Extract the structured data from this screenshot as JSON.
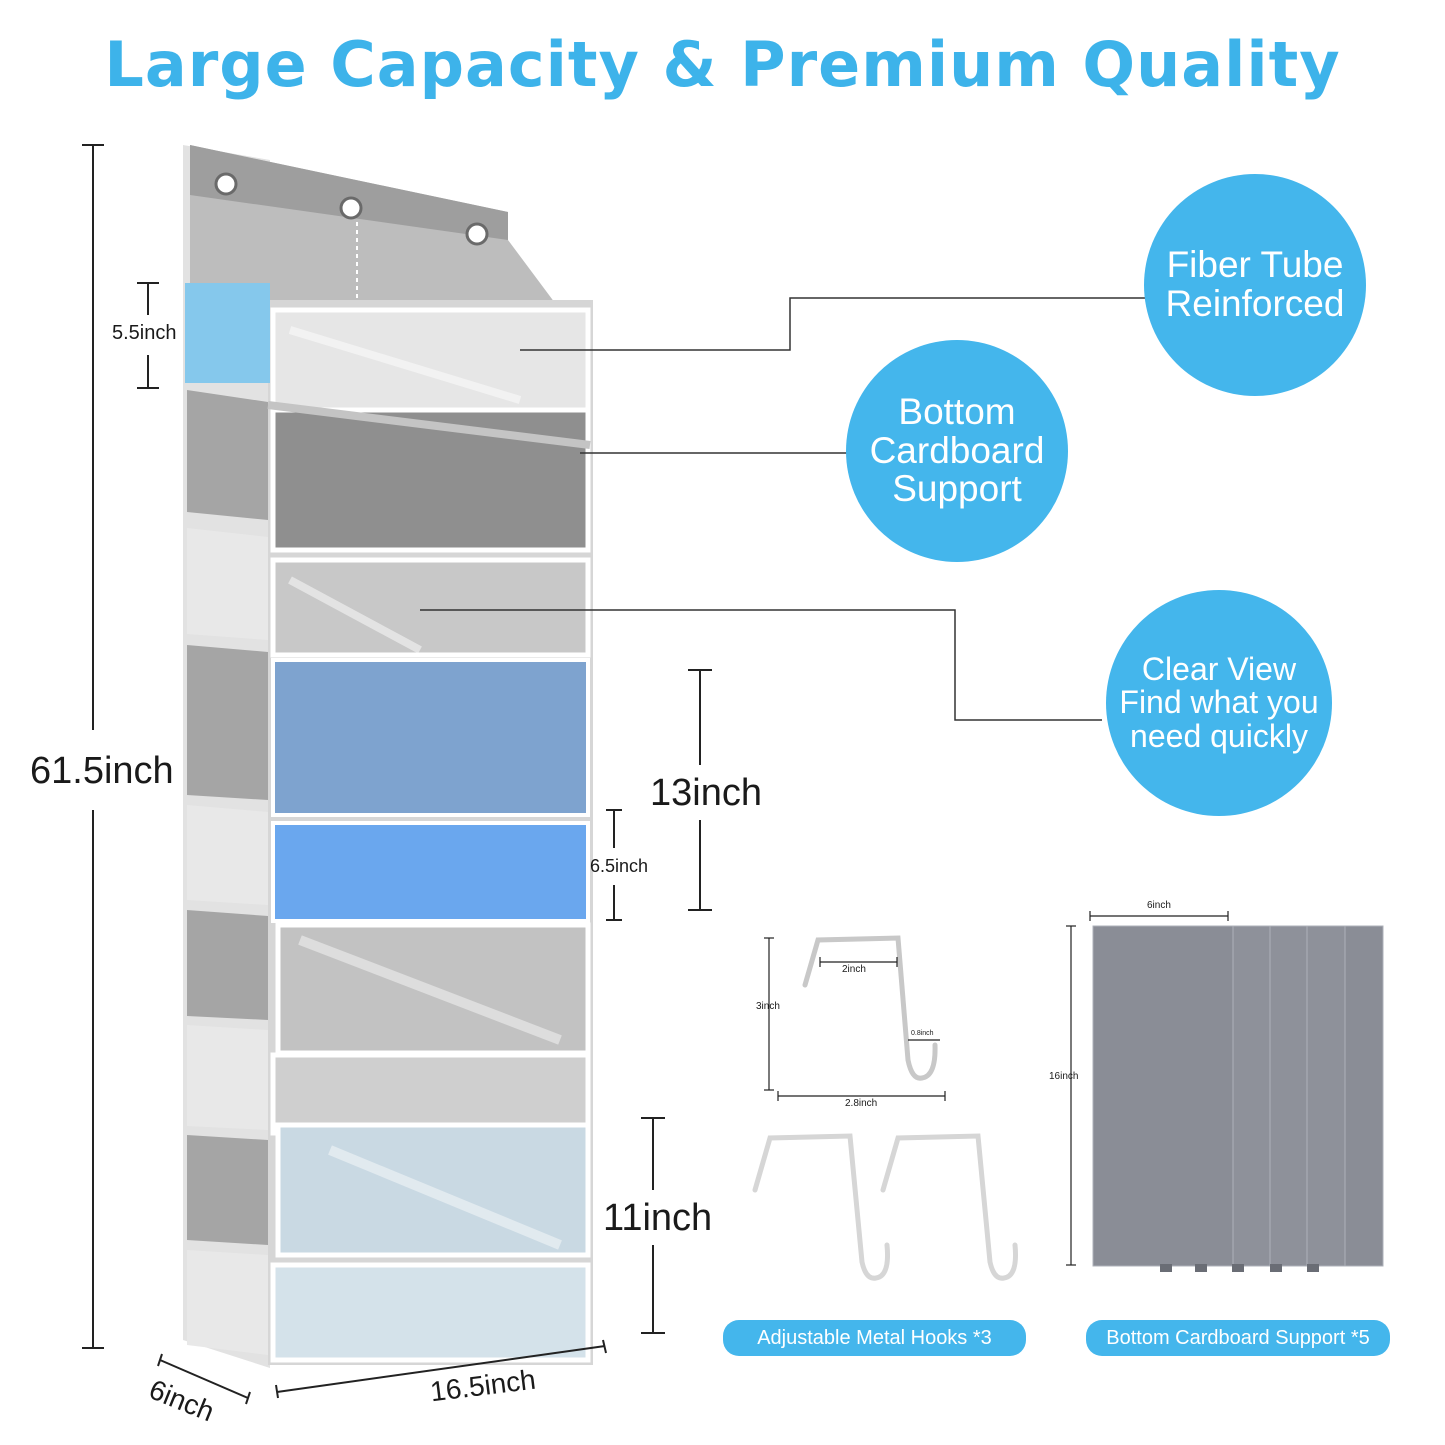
{
  "title": "Large Capacity & Premium Quality",
  "colors": {
    "accent": "#44b6ec",
    "organizer_gray": "#a9a9a9",
    "highlight_blue": "#6fa6e8",
    "cardboard_gray": "#8a8d96"
  },
  "dimensions": {
    "total_height": "61.5inch",
    "top_pocket": "5.5inch",
    "mid_pocket_large": "13inch",
    "mid_pocket_small": "6.5inch",
    "bottom_pocket": "11inch",
    "width": "16.5inch",
    "depth": "6inch"
  },
  "features": {
    "fiber_tube": "Fiber Tube\nReinforced",
    "bottom_cardboard": "Bottom\nCardboard\nSupport",
    "clear_view": "Clear View\nFind what you\nneed quickly"
  },
  "hooks": {
    "width_top": "2inch",
    "height": "3inch",
    "hook_tip": "0.8inch",
    "width_bottom": "2.8inch",
    "caption": "Adjustable Metal Hooks *3"
  },
  "cardboard": {
    "width": "6inch",
    "height": "16inch",
    "caption": "Bottom Cardboard Support *5"
  }
}
